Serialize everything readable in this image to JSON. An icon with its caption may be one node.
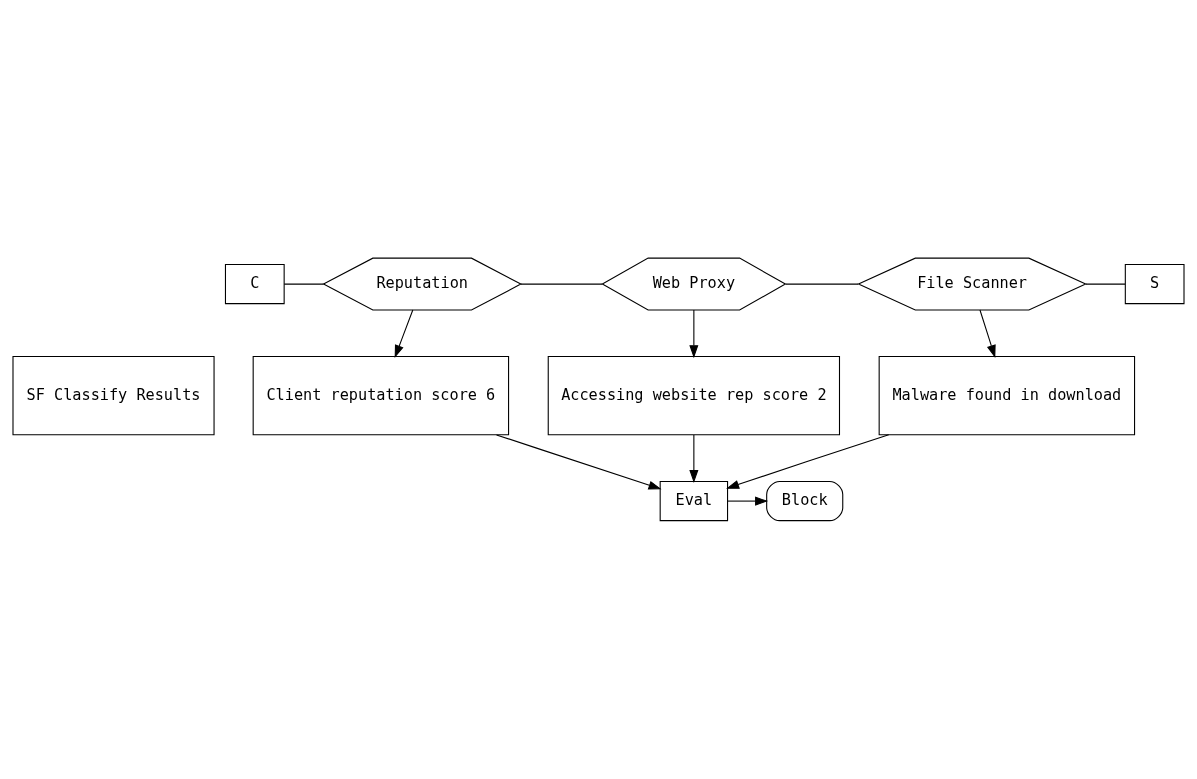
{
  "diagram": {
    "nodes": [
      {
        "text": [
          "C"
        ]
      },
      {
        "text": [
          "Reputation"
        ]
      },
      {
        "text": [
          "Web Proxy"
        ]
      },
      {
        "text": [
          "File Scanner"
        ]
      },
      {
        "text": [
          "S"
        ]
      },
      {
        "text": [
          "SF Classify Results"
        ]
      },
      {
        "text": [
          "Client reputation score 6"
        ]
      },
      {
        "text": [
          "Accessing website rep score 2"
        ]
      },
      {
        "text": [
          "Malware found in download"
        ]
      },
      {
        "text": [
          "Eval"
        ]
      },
      {
        "text": [
          "Block"
        ]
      }
    ],
    "edges": [
      {
        "from": 0,
        "to": 1,
        "arrow": "none"
      },
      {
        "from": 1,
        "to": 2,
        "arrow": "none"
      },
      {
        "from": 2,
        "to": 3,
        "arrow": "none"
      },
      {
        "from": 3,
        "to": 4,
        "arrow": "none"
      },
      {
        "from": 1,
        "to": 6,
        "arrow": "to"
      },
      {
        "from": 2,
        "to": 7,
        "arrow": "to"
      },
      {
        "from": 3,
        "to": 8,
        "arrow": "to"
      },
      {
        "from": 8,
        "to": 9,
        "arrow": "to"
      },
      {
        "from": 7,
        "to": 9,
        "arrow": "to"
      },
      {
        "from": 6,
        "to": 9,
        "arrow": "to"
      },
      {
        "from": 9,
        "to": 10,
        "arrow": "to"
      }
    ]
  }
}
